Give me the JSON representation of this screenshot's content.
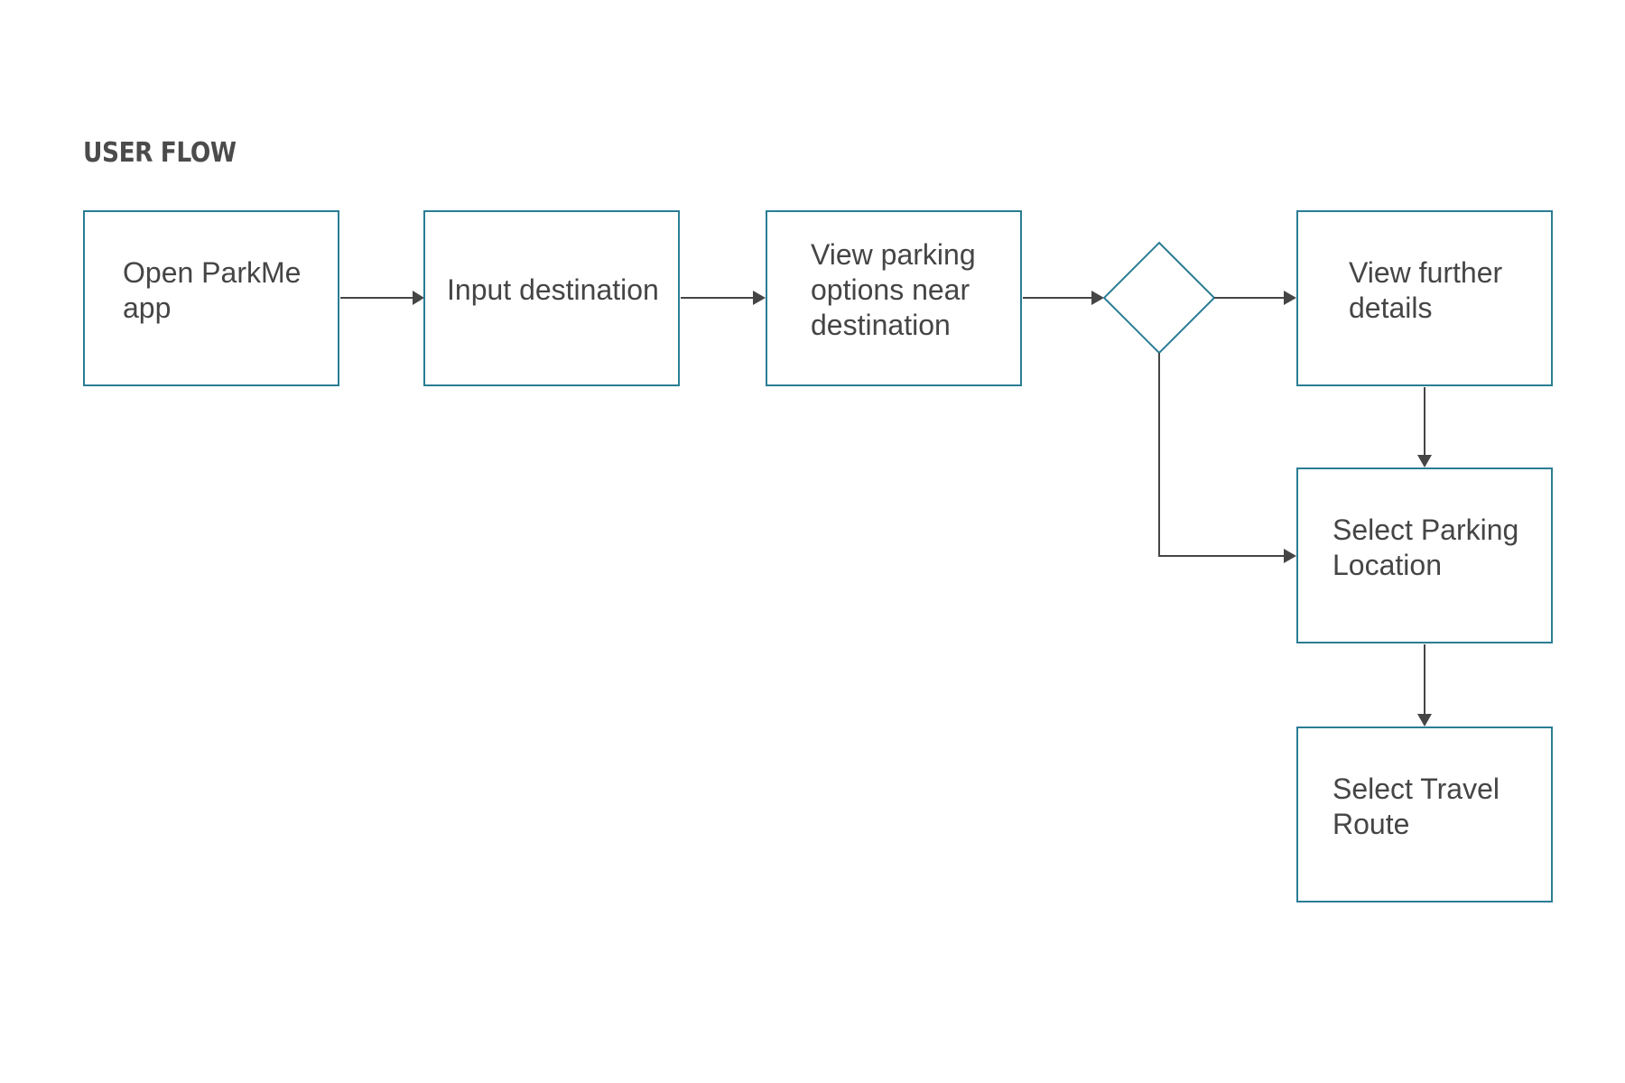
{
  "title": "USER FLOW",
  "colors": {
    "node_border": "#2a7d94",
    "connector": "#454545",
    "text": "#454545"
  },
  "nodes": [
    {
      "id": "open-app",
      "label": "Open ParkMe\napp"
    },
    {
      "id": "input-destination",
      "label": "Input destination"
    },
    {
      "id": "view-parking-options",
      "label": "View parking\noptions near\ndestination"
    },
    {
      "id": "decision",
      "shape": "diamond",
      "label": ""
    },
    {
      "id": "view-further-details",
      "label": "View further\ndetails"
    },
    {
      "id": "select-parking-location",
      "label": "Select Parking\nLocation"
    },
    {
      "id": "select-travel-route",
      "label": "Select Travel\nRoute"
    }
  ],
  "edges": [
    {
      "from": "open-app",
      "to": "input-destination"
    },
    {
      "from": "input-destination",
      "to": "view-parking-options"
    },
    {
      "from": "view-parking-options",
      "to": "decision"
    },
    {
      "from": "decision",
      "to": "view-further-details"
    },
    {
      "from": "decision",
      "to": "select-parking-location"
    },
    {
      "from": "view-further-details",
      "to": "select-parking-location"
    },
    {
      "from": "select-parking-location",
      "to": "select-travel-route"
    }
  ]
}
